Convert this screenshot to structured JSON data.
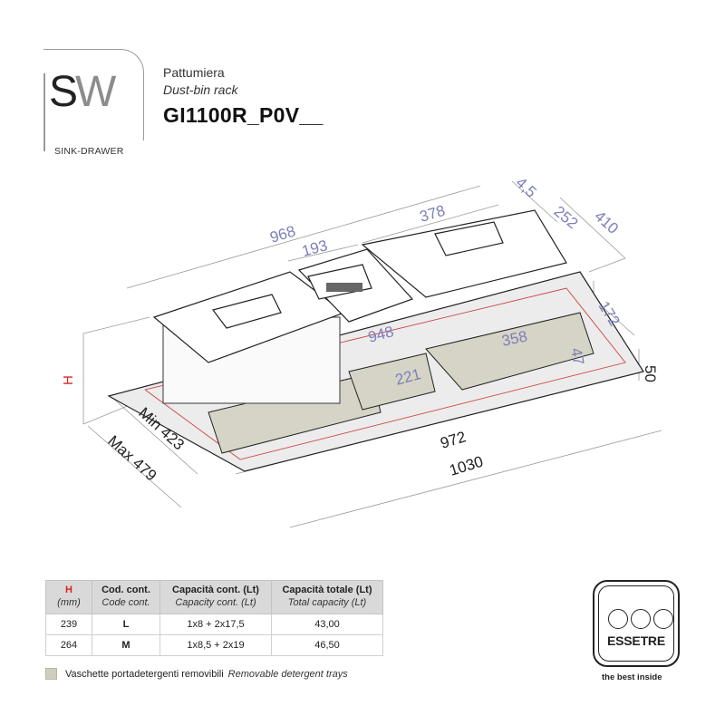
{
  "header": {
    "logo_s": "S",
    "logo_w": "W",
    "logo_subtitle": "SINK-DRAWER",
    "title_it": "Pattumiera",
    "title_en": "Dust-bin rack",
    "product_code": "GI1100R_P0V__"
  },
  "drawing": {
    "dimensions": {
      "overall_top_width": "968",
      "inner_bin_small_width": "193",
      "inner_bin_large_width": "378",
      "lid_offset": "4,5",
      "bin_depth": "252",
      "overall_depth": "410",
      "bin_height": "172",
      "tray_length": "948",
      "tray_large_width": "358",
      "tray_small_width": "221",
      "tray_height": "47",
      "base_height": "50",
      "base_width": "972",
      "max_width": "1030",
      "height_label": "H",
      "depth_min": "Min 423",
      "depth_max": "Max 479"
    },
    "colors": {
      "dimension_text": "#7c7fb8",
      "height_label": "#d22222",
      "tray_fill": "#d6d4c6",
      "outline": "#222222"
    }
  },
  "table": {
    "headers": [
      {
        "main": "H",
        "sub": "(mm)"
      },
      {
        "main": "Cod. cont.",
        "sub": "Code cont."
      },
      {
        "main": "Capacità cont. (Lt)",
        "sub": "Capacity cont. (Lt)"
      },
      {
        "main": "Capacità totale (Lt)",
        "sub": "Total capacity (Lt)"
      }
    ],
    "rows": [
      {
        "h": "239",
        "code": "L",
        "capacity": "1x8 + 2x17,5",
        "total": "43,00"
      },
      {
        "h": "264",
        "code": "M",
        "capacity": "1x8,5 + 2x19",
        "total": "46,50"
      }
    ]
  },
  "legend": {
    "label_it": "Vaschette portadetergenti removibili",
    "label_en": "Removable detergent trays"
  },
  "brand": {
    "name": "ESSETRE",
    "tagline": "the best inside"
  }
}
